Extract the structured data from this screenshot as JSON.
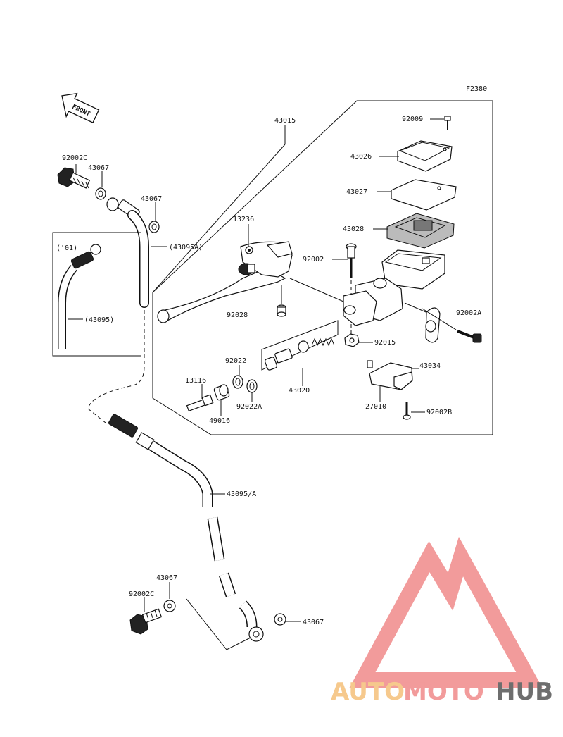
{
  "figure_code": "F2380",
  "front_label": "FRONT",
  "variant_note": "('01)",
  "parts": {
    "p43015": "43015",
    "p92009": "92009",
    "p43026": "43026",
    "p43027": "43027",
    "p43028": "43028",
    "p13236": "13236",
    "p92002": "92002",
    "p92002A": "92002A",
    "p92028": "92028",
    "p92015": "92015",
    "p92022": "92022",
    "p13116": "13116",
    "p43034": "43034",
    "p43020": "43020",
    "p92022A": "92022A",
    "p27010": "27010",
    "p49016": "49016",
    "p92002B": "92002B",
    "p92002C_top": "92002C",
    "p43067_a": "43067",
    "p43067_b": "43067",
    "p43095A": "(43095A)",
    "p43095": "(43095)",
    "p43095_A": "43095/A",
    "p43067_c": "43067",
    "p92002C_bot": "92002C",
    "p43067_d": "43067"
  },
  "watermark": {
    "word_a": "AUTO",
    "word_b": "MOTO",
    "word_c": "HUB",
    "color_a": "#f5c07a",
    "color_b": "#f08a8a",
    "color_c": "#555555",
    "triangle_color": "#f08a8a"
  }
}
